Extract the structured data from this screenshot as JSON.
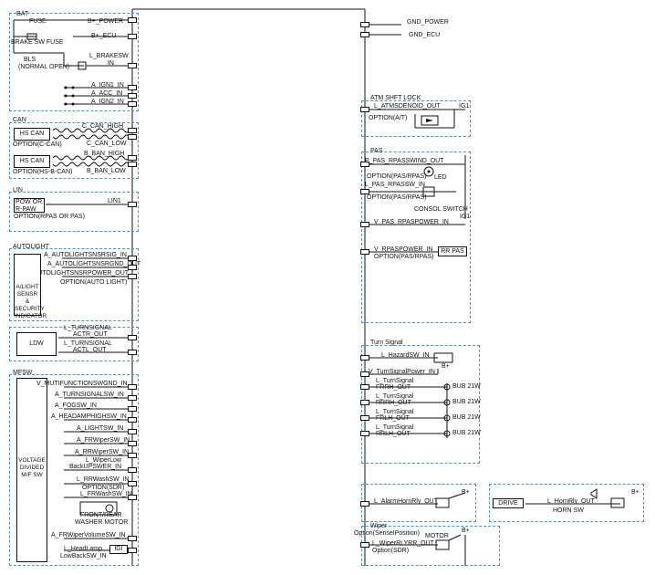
{
  "bat": {
    "title": "BAT",
    "fuse": "FUSE",
    "b_power": "B+_POWER",
    "b_ecu": "B+_ECU",
    "brake_sw_fuse": "BRAKE SW FUSE",
    "bls": "BLS",
    "normal_open": "(NORMAL OPEN)",
    "l_brakesw": "L_BRAKESW",
    "in": "_IN",
    "ign1": "A_IGN1_IN",
    "acc": "A_ACC_IN",
    "ign2": "A_IGN2_IN"
  },
  "can": {
    "title": "CAN",
    "hs_can_1": "HS CAN",
    "option_c_can": "OPTION(C-CAN)",
    "c_can_high": "C_CAN_HIGH",
    "c_can_low": "C_CAN_LOW",
    "hs_can_2": "HS CAN",
    "option_b_can": "OPTION(HS-B-CAN)",
    "b_can_high": "B_BAN_HIGH",
    "b_can_low": "B_BAN_LOW"
  },
  "lin": {
    "title": "LIN",
    "pow_or": "POW OR",
    "r_paw": "R-PAW",
    "lin1": "LIN1",
    "option": "OPTION(RPAS OR PAS)"
  },
  "autolight": {
    "title": "AUTOLIGHT",
    "sig_in": "A_AUTOLIGHTSNSRSIG_IN",
    "gnd_out": "A_AUTOLIGHTSNSRGND_OUT",
    "power_out": "V_AUTOLIGHTSNSRPOWER_OUT",
    "option": "OPTION(AUTO LIGHT)",
    "sensor": [
      "A/LIGHT",
      "SENSR &",
      "SECURITY",
      "INDICATOR"
    ]
  },
  "ldw": {
    "label": "LDW",
    "actr_out_1": "L_TURNSIGNAL",
    "actr_out_1b": "ACTR_OUT",
    "actr_out_2": "L_TURNSIGNAL",
    "actr_out_2b": "ACTL_OUT"
  },
  "mfsw": {
    "title": "MFSW",
    "v_mult": "V_MUTIFUNCTIONSWGND_IN",
    "turn": "A_TURNSIGNALSW_IN",
    "fog": "A_FOGSW_IN",
    "headamp": "A_HEADAMPHIGHSW_IN",
    "light": "A_LIGHTSW_IN",
    "frwiper": "A_FRWiperSW_IN",
    "rrwiper": "A_RRWiperSW_IN",
    "wiper_low": "L_WiperLow",
    "backup": "BackUPSWER_IN",
    "rrwash": "L_RRWashSW_IN",
    "option_sdr": "OPTION(SDR)",
    "frwash": "L_FRWashSW_IN",
    "front_rear": "FRONT/REAR",
    "washer_motor": "WASHER MOTOR",
    "volume": "A_FRWiperVolumeSW_IN",
    "headlamp": "L_HeadLamp",
    "lowback": "LowBackSW_IN",
    "igi": "IGI",
    "voltage": [
      "VOLTAGE",
      "DIVIDED",
      "M/F SW"
    ]
  },
  "right": {
    "gnd_power": "GND_POWER",
    "gnd_ecu": "GND_ECU",
    "atm_title": "ATM SHFT LOCK",
    "atm_sol": "L_ATMSDENOID_OUT",
    "atm_option": "OPTION(A/T)",
    "ig1": "IG1",
    "pas_title": "PAS",
    "pas_rpas": "P_PAS_RPASSWIND_OUT",
    "pas_option1": "OPTION(PAS/RPAS)",
    "led": "LED",
    "pas_sw": "L_PAS_RPASSW_IN",
    "pas_option2": "OPTION(PAS/RPAS)",
    "consol_switch": "CONSOL SWITCH",
    "pas_ig1": "IG1",
    "pas_power": "V_PAS_RPASPOWER_IN",
    "rpas_power": "V_RPASPOWER_IN",
    "rpas_option": "OPTION(PAS/RPAS)",
    "rr_pas": "RR PAS",
    "turn_title": "Turn Signal",
    "hazard": "L_HazardSW_IN",
    "b_plus": "B+",
    "turn_power": "V_TurnSignalPower_IN",
    "frrh": [
      "L_TurnSignal",
      "FRRH_OUT"
    ],
    "rrrh": [
      "L_TurnSignal",
      "RRRH_OUT"
    ],
    "frlh": [
      "L_TurnSignal",
      "FRLH_OUT"
    ],
    "rrlh": [
      "L_TurnSignal",
      "RRLH_OUT"
    ],
    "bulb": "BUB 21W",
    "alarm": "L_AlarmHornRly_OUT",
    "drive": "DRIVE",
    "horn_rly": "L_HornRly_OUT",
    "horn_sw": "HORN SW",
    "wiper_title": "Wiper",
    "wiper_option": "Option(SenseIPosition)",
    "motor": "MOTOR",
    "wiper_rly": "L_WiperRLYRR_OUT",
    "option_sdr": "Option(SDR)"
  }
}
